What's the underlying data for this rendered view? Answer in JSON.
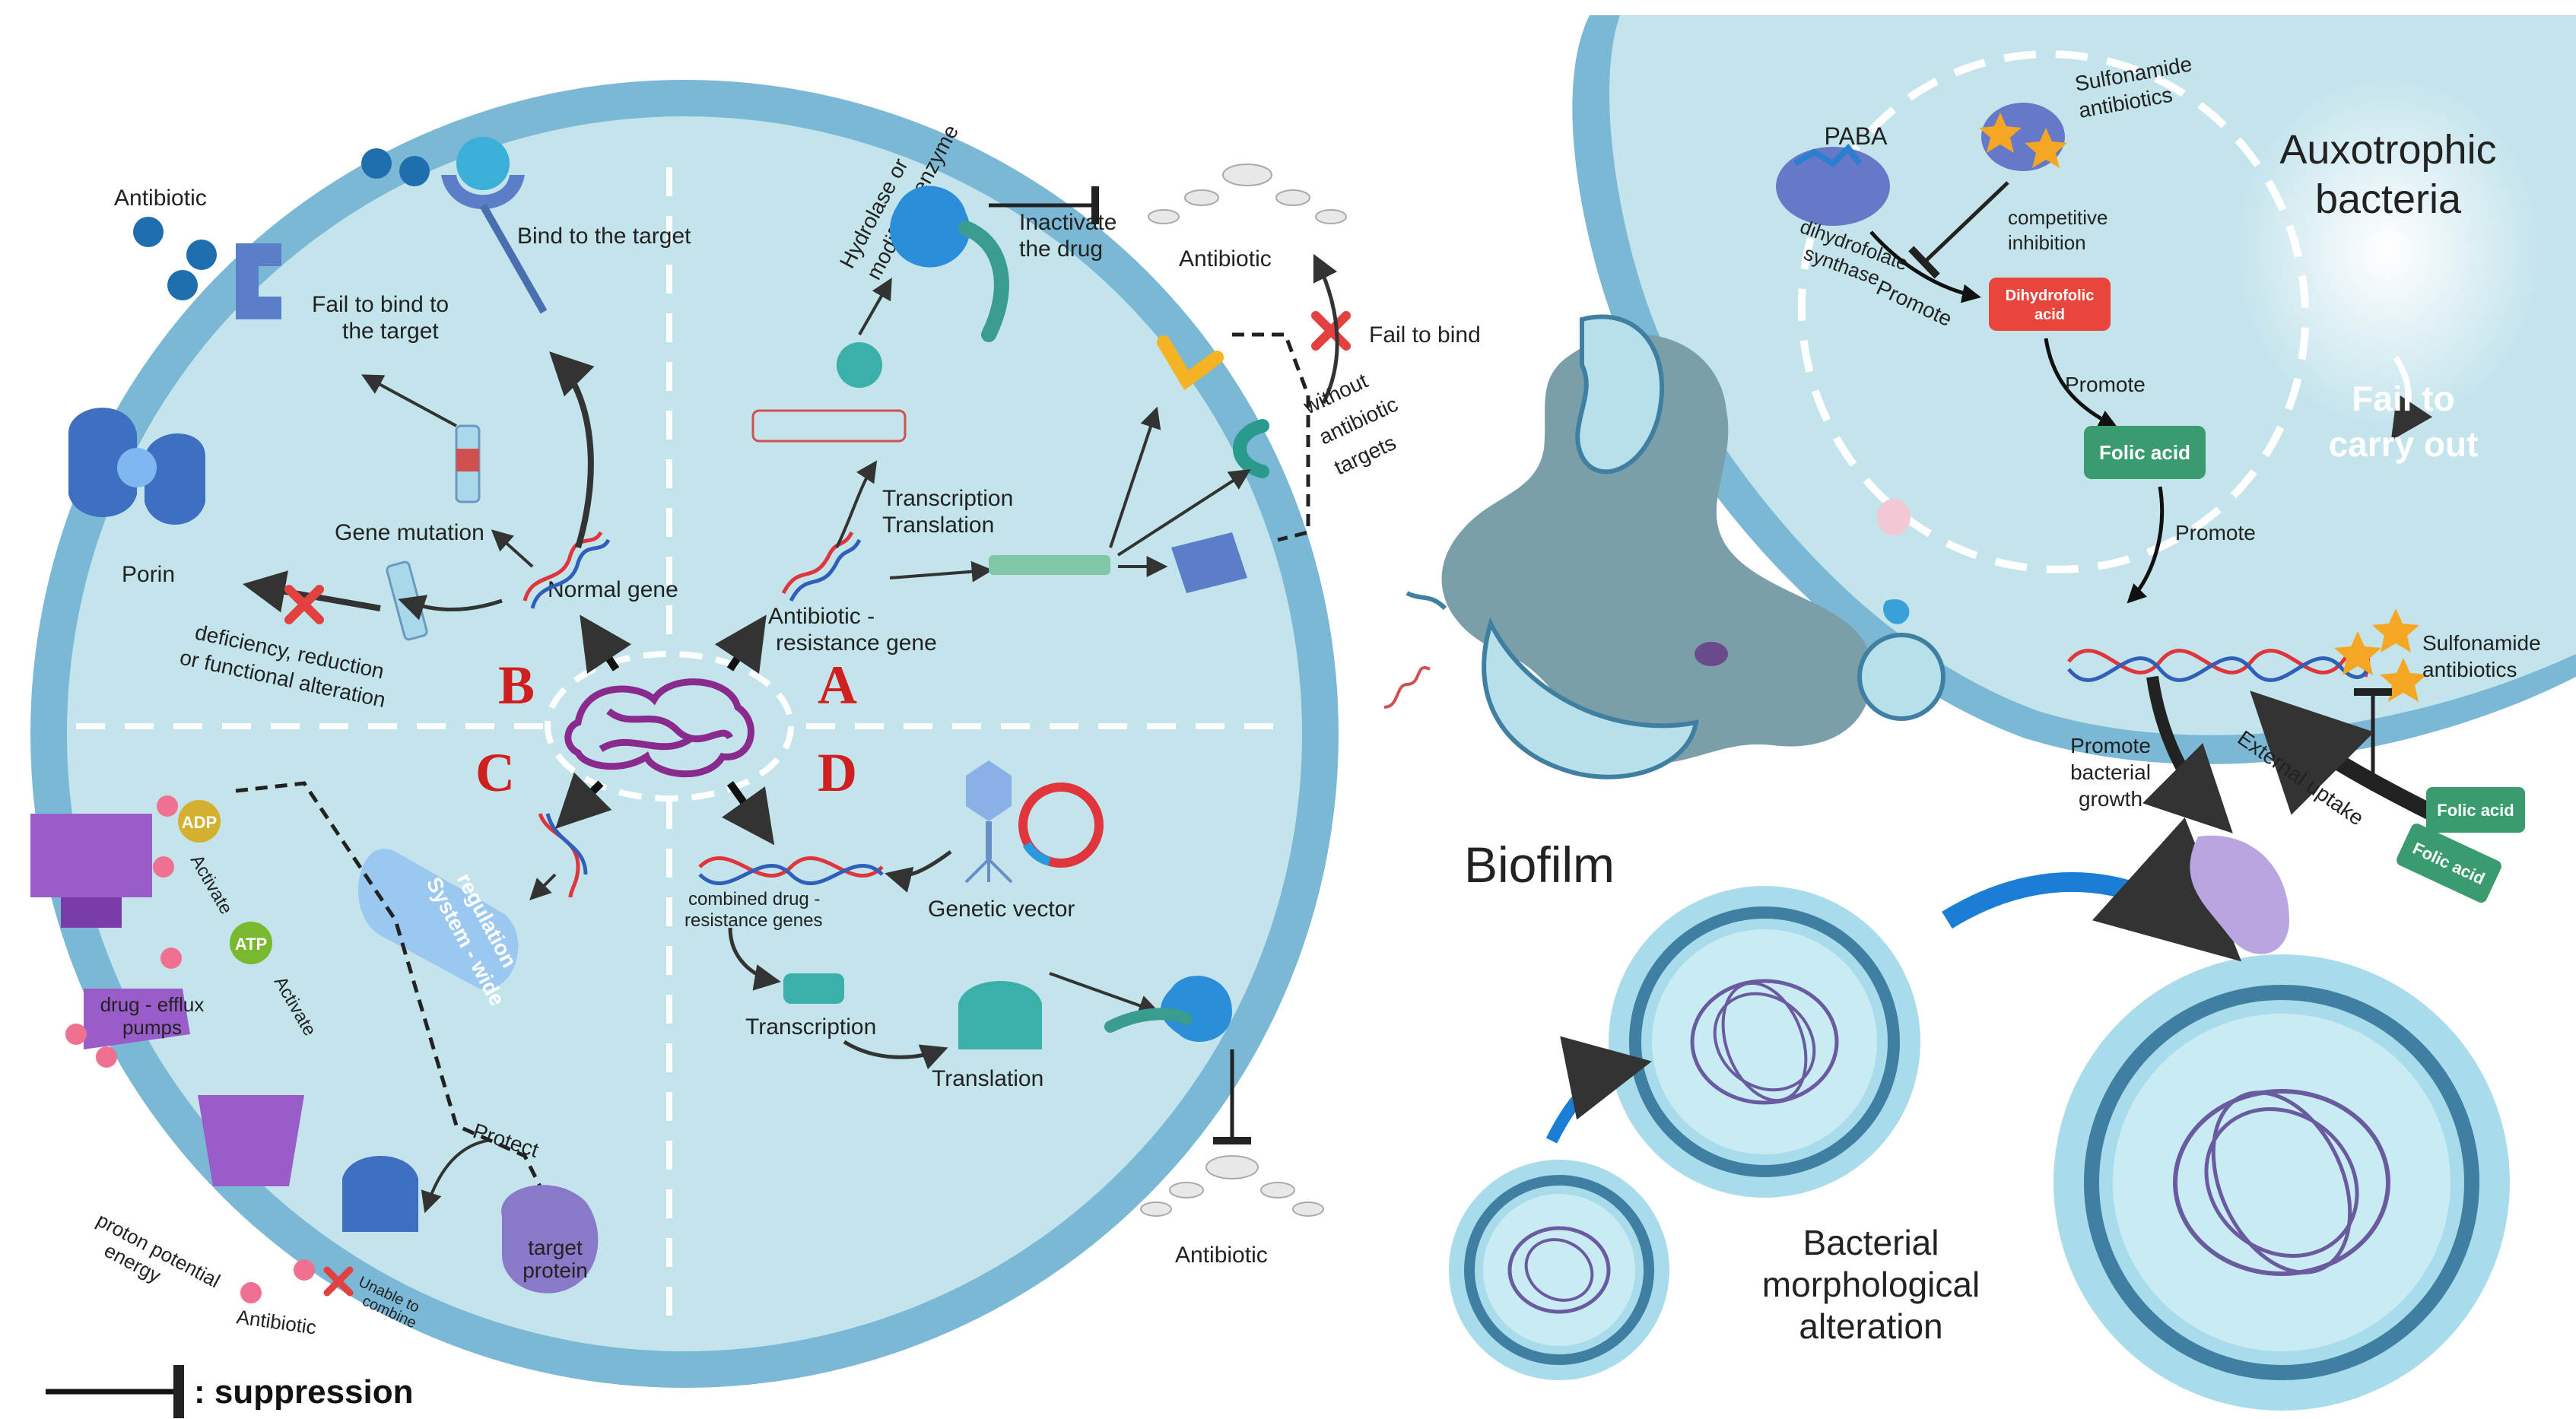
{
  "cell": {
    "quadrants": {
      "a": "A",
      "b": "B",
      "c": "C",
      "d": "D"
    },
    "quadrant_b": {
      "antibiotic": "Antibiotic",
      "bind_target": "Bind to the target",
      "fail_bind_target": [
        "Fail to bind to",
        "the target"
      ],
      "porin": "Porin",
      "gene_mutation": "Gene mutation",
      "normal_gene": "Normal gene",
      "porin_change": [
        "deficiency, reduction",
        "or functional alteration"
      ]
    },
    "quadrant_a": {
      "enzyme": [
        "Hydrolase or",
        "modifying enzyme"
      ],
      "inactivate": [
        "Inactivate",
        "the drug"
      ],
      "antibiotic": "Antibiotic",
      "fail_bind": "Fail to bind",
      "without_targets": [
        "without",
        "antibiotic",
        "targets"
      ],
      "transcription_translation": [
        "Transcription",
        "Translation"
      ],
      "resistance_gene": [
        "Antibiotic -",
        "resistance gene"
      ]
    },
    "quadrant_c": {
      "adp": "ADP",
      "atp": "ATP",
      "activate_1": "Activate",
      "activate_2": "Activate",
      "efflux": [
        "drug - efflux",
        "pumps"
      ],
      "system_regulation": [
        "System - wide",
        "regulation"
      ],
      "protect": "Protect",
      "target_protein": [
        "target",
        "protein"
      ],
      "unable": [
        "Unable to",
        "combine"
      ],
      "antibiotic": "Antibiotic",
      "proton": [
        "proton potential",
        "energy"
      ]
    },
    "quadrant_d": {
      "combined": [
        "combined drug -",
        "resistance genes"
      ],
      "genetic_vector": "Genetic vector",
      "transcription": "Transcription",
      "translation": "Translation",
      "antibiotic": "Antibiotic"
    }
  },
  "legend": {
    "suppression": ": suppression"
  },
  "biofilm": {
    "title": "Biofilm"
  },
  "auxotrophic": {
    "title": [
      "Auxotrophic",
      "bacteria"
    ],
    "fail": [
      "Fail to",
      "carry out"
    ],
    "paba": "PABA",
    "sulfonamide_top": [
      "Sulfonamide",
      "antibiotics"
    ],
    "competitive": [
      "competitive",
      "inhibition"
    ],
    "enzyme": [
      "dihydrofolate",
      "synthase"
    ],
    "promote_1": "Promote",
    "dihydrofolic": [
      "Dihydrofolic",
      "acid"
    ],
    "promote_2": "Promote",
    "folic_acid": "Folic acid",
    "promote_3": "Promote",
    "sulfonamide_bottom": [
      "Sulfonamide",
      "antibiotics"
    ],
    "promote_growth": [
      "Promote",
      "bacterial",
      "growth"
    ],
    "external_uptake": "External uptake",
    "folic_1": [
      "Folic acid"
    ],
    "folic_2": [
      "Folic acid"
    ]
  },
  "morphology": {
    "label": [
      "Bacterial",
      "morphological",
      "alteration"
    ]
  },
  "colors": {
    "cell_wall": "#7ab8d6",
    "cytoplasm": "#c4e4ec",
    "letter_red": "#d01f1f",
    "plasmid_purple": "#8a2a8e",
    "pump_purple": "#9a5cc8",
    "folic_green": "#3a9c6e",
    "dihydrofolic_red": "#e8453c"
  }
}
